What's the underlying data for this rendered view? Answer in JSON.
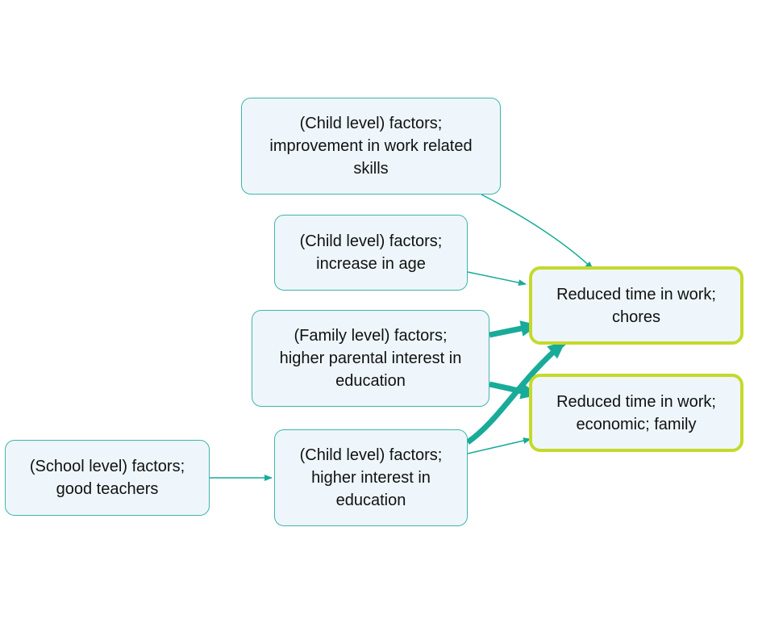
{
  "diagram": {
    "nodes": {
      "skills": {
        "label": "(Child level) factors;\nimprovement in work related\nskills"
      },
      "age": {
        "label": "(Child level) factors;\nincrease in age"
      },
      "parental": {
        "label": "(Family level) factors;\nhigher parental interest in\neducation"
      },
      "school": {
        "label": "(School level) factors;\ngood teachers"
      },
      "interest": {
        "label": "(Child level) factors;\nhigher interest in\neducation"
      },
      "chores": {
        "label": "Reduced time in work;\nchores"
      },
      "economic": {
        "label": "Reduced time in work;\neconomic; family"
      }
    },
    "edges": [
      {
        "from": "skills",
        "to": "chores",
        "strength": "thin"
      },
      {
        "from": "age",
        "to": "chores",
        "strength": "thin"
      },
      {
        "from": "parental",
        "to": "chores",
        "strength": "thick"
      },
      {
        "from": "parental",
        "to": "economic",
        "strength": "thick"
      },
      {
        "from": "interest",
        "to": "chores",
        "strength": "thick"
      },
      {
        "from": "interest",
        "to": "economic",
        "strength": "thin"
      },
      {
        "from": "school",
        "to": "interest",
        "strength": "thin"
      }
    ],
    "colors": {
      "node_border": "#3fb5a9",
      "node_fill": "#eef6fb",
      "outcome_border": "#c5d92b",
      "arrow": "#19ab99"
    }
  }
}
